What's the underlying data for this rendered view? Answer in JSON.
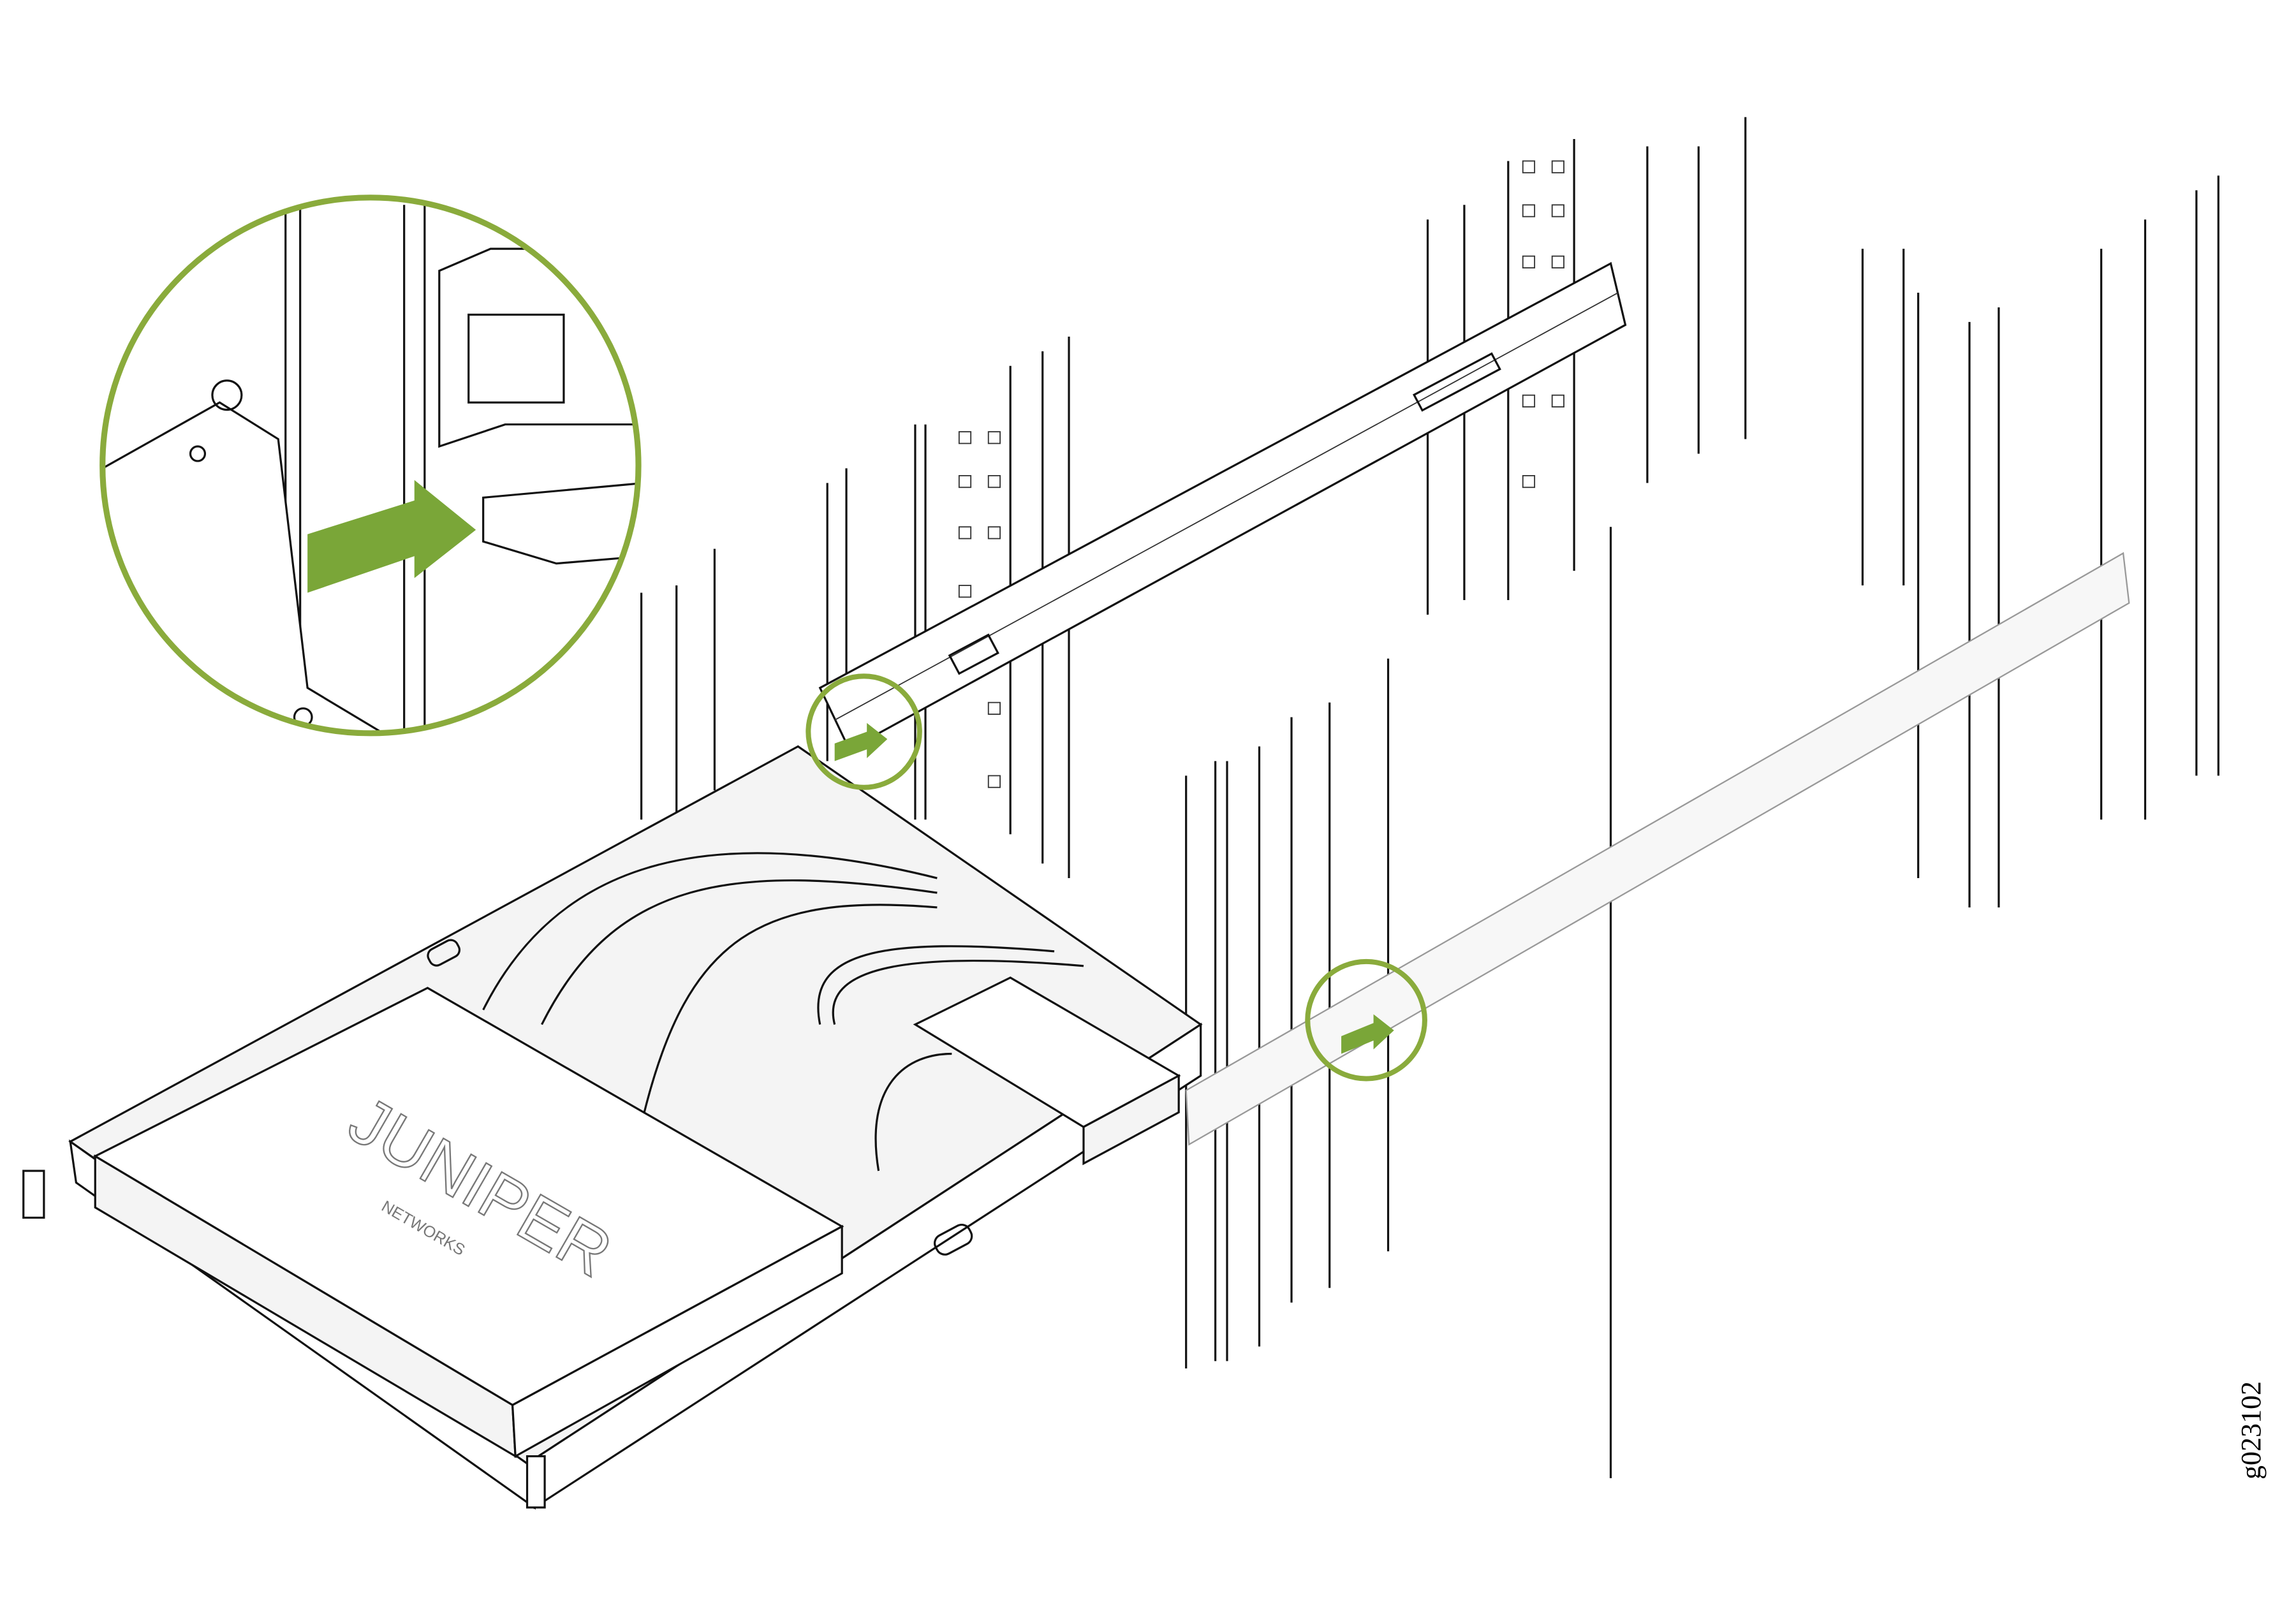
{
  "figure": {
    "id_label": "g023102",
    "logo_text": "JUNIPER NETWORKS",
    "accent_color": "#8aab3c",
    "arrow_color": "#7aa638",
    "callouts": [
      {
        "name": "detail-magnified-inset",
        "icon": "arrow-right"
      },
      {
        "name": "front-rail-slot-callout",
        "icon": "arrow-right"
      },
      {
        "name": "rear-rail-slot-callout",
        "icon": "arrow-right"
      }
    ]
  }
}
